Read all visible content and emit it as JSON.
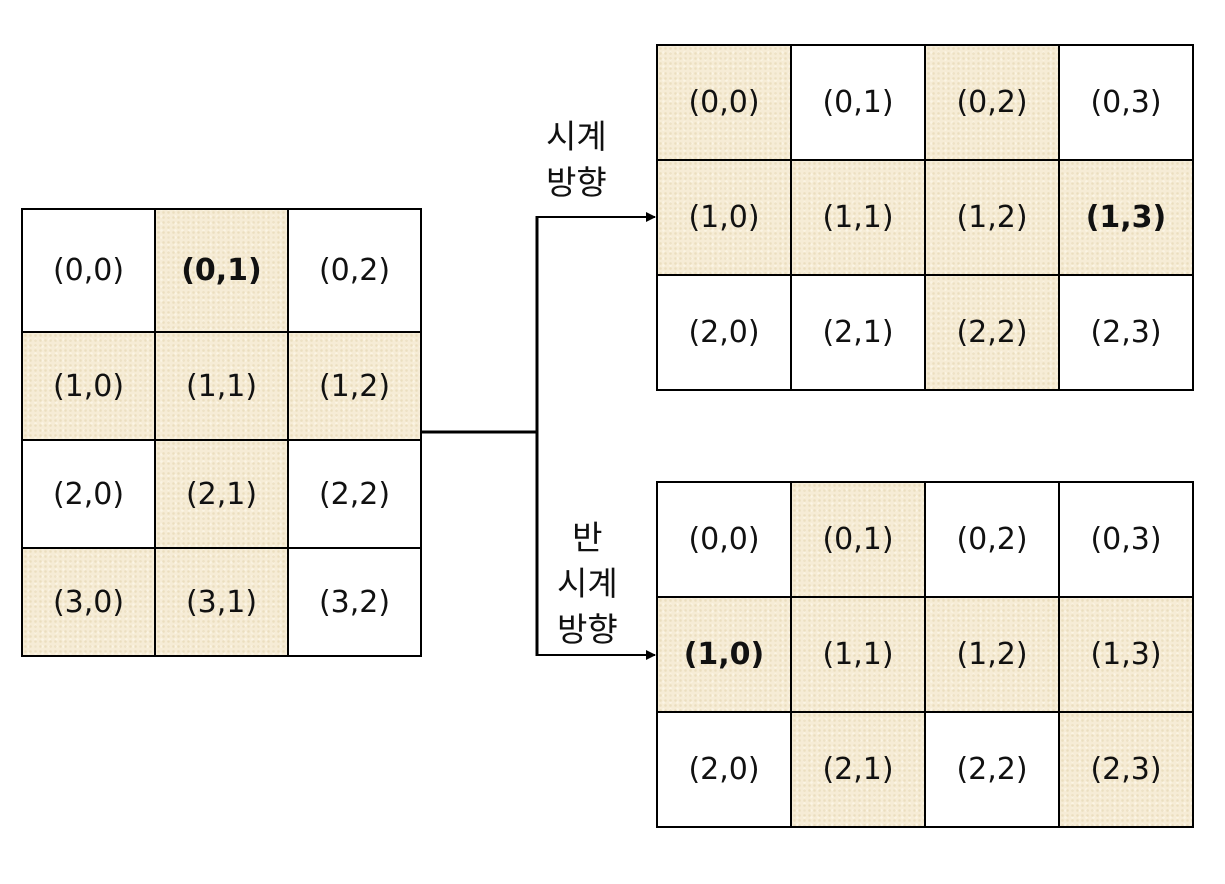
{
  "source_grid": {
    "rows": [
      [
        {
          "text": "(0,0)",
          "highlight": false,
          "bold": false
        },
        {
          "text": "(0,1)",
          "highlight": true,
          "bold": true
        },
        {
          "text": "(0,2)",
          "highlight": false,
          "bold": false
        }
      ],
      [
        {
          "text": "(1,0)",
          "highlight": true,
          "bold": false
        },
        {
          "text": "(1,1)",
          "highlight": true,
          "bold": false
        },
        {
          "text": "(1,2)",
          "highlight": true,
          "bold": false
        }
      ],
      [
        {
          "text": "(2,0)",
          "highlight": false,
          "bold": false
        },
        {
          "text": "(2,1)",
          "highlight": true,
          "bold": false
        },
        {
          "text": "(2,2)",
          "highlight": false,
          "bold": false
        }
      ],
      [
        {
          "text": "(3,0)",
          "highlight": true,
          "bold": false
        },
        {
          "text": "(3,1)",
          "highlight": true,
          "bold": false
        },
        {
          "text": "(3,2)",
          "highlight": false,
          "bold": false
        }
      ]
    ]
  },
  "clockwise": {
    "label_line1": "시계",
    "label_line2": "방향",
    "rows": [
      [
        {
          "text": "(0,0)",
          "highlight": true,
          "bold": false
        },
        {
          "text": "(0,1)",
          "highlight": false,
          "bold": false
        },
        {
          "text": "(0,2)",
          "highlight": true,
          "bold": false
        },
        {
          "text": "(0,3)",
          "highlight": false,
          "bold": false
        }
      ],
      [
        {
          "text": "(1,0)",
          "highlight": true,
          "bold": false
        },
        {
          "text": "(1,1)",
          "highlight": true,
          "bold": false
        },
        {
          "text": "(1,2)",
          "highlight": true,
          "bold": false
        },
        {
          "text": "(1,3)",
          "highlight": true,
          "bold": true
        }
      ],
      [
        {
          "text": "(2,0)",
          "highlight": false,
          "bold": false
        },
        {
          "text": "(2,1)",
          "highlight": false,
          "bold": false
        },
        {
          "text": "(2,2)",
          "highlight": true,
          "bold": false
        },
        {
          "text": "(2,3)",
          "highlight": false,
          "bold": false
        }
      ]
    ]
  },
  "counterclockwise": {
    "label_line1": "반",
    "label_line2": "시계",
    "label_line3": "방향",
    "rows": [
      [
        {
          "text": "(0,0)",
          "highlight": false,
          "bold": false
        },
        {
          "text": "(0,1)",
          "highlight": true,
          "bold": false
        },
        {
          "text": "(0,2)",
          "highlight": false,
          "bold": false
        },
        {
          "text": "(0,3)",
          "highlight": false,
          "bold": false
        }
      ],
      [
        {
          "text": "(1,0)",
          "highlight": true,
          "bold": true
        },
        {
          "text": "(1,1)",
          "highlight": true,
          "bold": false
        },
        {
          "text": "(1,2)",
          "highlight": true,
          "bold": false
        },
        {
          "text": "(1,3)",
          "highlight": true,
          "bold": false
        }
      ],
      [
        {
          "text": "(2,0)",
          "highlight": false,
          "bold": false
        },
        {
          "text": "(2,1)",
          "highlight": true,
          "bold": false
        },
        {
          "text": "(2,2)",
          "highlight": false,
          "bold": false
        },
        {
          "text": "(2,3)",
          "highlight": true,
          "bold": false
        }
      ]
    ]
  },
  "colors": {
    "highlight": "#f6ecd6",
    "line": "#000000"
  }
}
